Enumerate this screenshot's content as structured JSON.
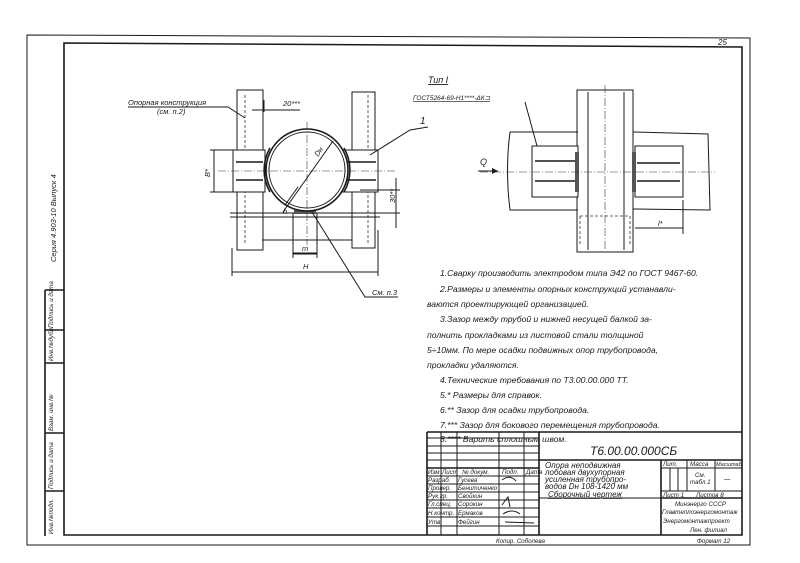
{
  "sheet": {
    "page_number": "25",
    "series": "Серия 4.903-10  Выпуск 4",
    "format": "Формат 12",
    "copied_by": "Копир. Соболева"
  },
  "side_stamp": [
    "Инв.№подл.",
    "Подпись и дата",
    "Взам. инв.№",
    "Инв.№дубл.",
    "Подпись и дата"
  ],
  "view_left": {
    "support_label_1": "Опорная конструкция",
    "support_label_2": "(см. п.2)",
    "gap_top": "20***",
    "item_1": "1",
    "dim_b": "В*",
    "dim_30": "30**",
    "dim_dn": "Dн",
    "dim_h_small": "h",
    "dim_m": "m",
    "dim_H": "H",
    "see_note_3": "См. п.3"
  },
  "view_right": {
    "type_label": "Тип I",
    "weld_spec": "ГОСТ5264-69-Н1****-ΔК⊐",
    "load_q": "Q",
    "dim_l": "l*"
  },
  "notes": [
    "1.Сварку производить электродом типа Э42 по ГОСТ 9467-60.",
    "2.Размеры и элементы опорных конструкций устанавли-",
    "ваются проектирующей организацией.",
    "3.Зазор между трубой и нижней несущей балкой за-",
    "полнить прокладками из листовой стали толщиной",
    "5÷10мм. По мере осадки подвижных опор трубопровода,",
    "прокладки удаляются.",
    "4.Технические требования по Т3.00.00.000 ТТ.",
    "5.* Размеры для справок.",
    "6.** Зазор для осадки трубопровода.",
    "7.*** Зазор для бокового перемещения трубопровода.",
    "8.**** Варить сплошным швом."
  ],
  "title_block": {
    "doc_number": "Т6.00.00.000СБ",
    "headers": [
      "Изм",
      "Лист",
      "№ докум.",
      "Подп.",
      "Дата"
    ],
    "roles": [
      {
        "role": "Разраб.",
        "name": "Гусева"
      },
      {
        "role": "Провер.",
        "name": "Бенитиченко"
      },
      {
        "role": "Рук.гр.",
        "name": "Свойкин"
      },
      {
        "role": "Гл.спец.",
        "name": "Сорокин"
      },
      {
        "role": "Н.контр.",
        "name": "Ермаков"
      },
      {
        "role": "Утв.",
        "name": "Фейгин"
      }
    ],
    "title_lines": [
      "Опора неподвижная",
      "лобовая двухупорная",
      "усиленная трубопро-",
      "водов Dн 108-1420 мм",
      "Сборочный чертеж"
    ],
    "lit_label": "Лит.",
    "mass_label": "Масса",
    "scale_label": "Масштаб",
    "mass_value_1": "См.",
    "mass_value_2": "табл.1",
    "scale_value": "—",
    "sheet_label": "Лист 1",
    "sheets_label": "Листов 8",
    "org_lines": [
      "Минэнерго СССР",
      "Главтеплоэнергомонтаж",
      "Энергомонтажпроект",
      "Лен. филиал"
    ]
  }
}
